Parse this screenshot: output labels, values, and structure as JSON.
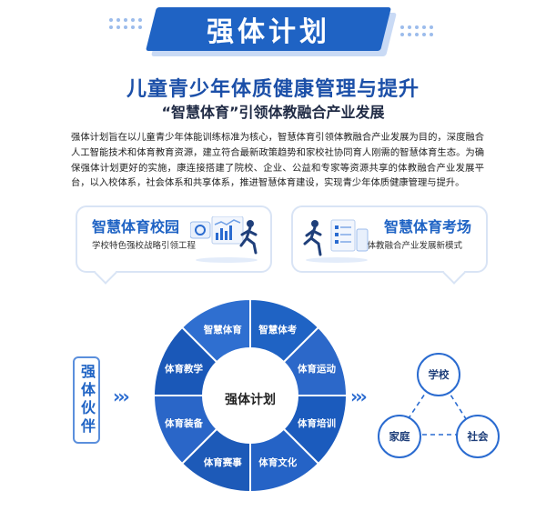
{
  "banner": {
    "title": "强体计划"
  },
  "heading": {
    "title": "儿童青少年体质健康管理与提升",
    "subtitle": "“智慧体育”引领体教融合产业发展"
  },
  "intro": {
    "paragraph": "强体计划旨在以儿童青少年体能训练标准为核心，智慧体育引领体教融合产业发展为目的，深度融合人工智能技术和体育教育资源，建立符合最新政策趋势和家校社协同育人刚需的智慧体育生态。为确保强体计划更好的实施，康连接搭建了院校、企业、公益和专家等资源共享的体教融合产业发展平台，以入校体系，社会体系和共享体系，推进智慧体育建设，实现青少年体质健康管理与提升。"
  },
  "cards": {
    "campus": {
      "title": "智慧体育校园",
      "subtitle": "学校特色强校战略引领工程"
    },
    "exam": {
      "title": "智慧体育考场",
      "subtitle": "体教融合产业发展新模式"
    }
  },
  "partner": {
    "label": "强体伙伴"
  },
  "ring": {
    "center": "强体计划",
    "segments": [
      "智慧体育",
      "智慧体考",
      "体育运动",
      "体育培训",
      "体育文化",
      "体育赛事",
      "体育装备",
      "体育教学"
    ],
    "colors": [
      "#2f6fd0",
      "#1f63c4",
      "#2c68c9",
      "#1b5bbd",
      "#2563c6",
      "#1d5ab8",
      "#2a66c8",
      "#1a58b8"
    ]
  },
  "network": {
    "school": "学校",
    "family": "家庭",
    "society": "社会"
  },
  "colors": {
    "accent": "#1f63c4",
    "heading": "#1b4fa8"
  }
}
